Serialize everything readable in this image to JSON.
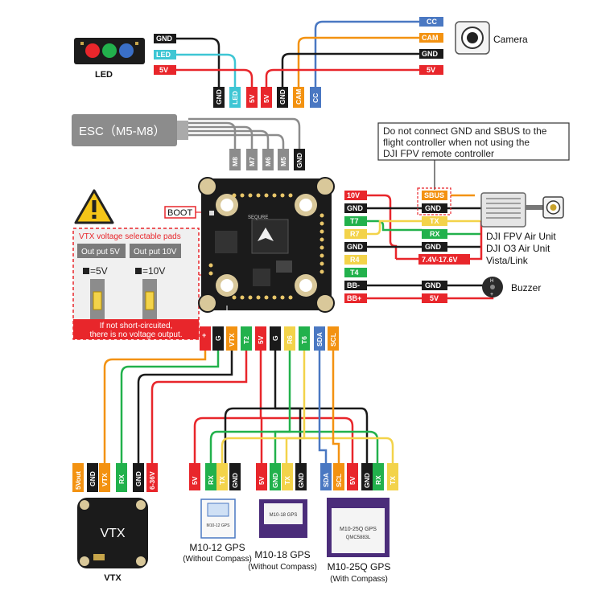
{
  "colors": {
    "red": "#e8262b",
    "green": "#22b14c",
    "black": "#1a1a1a",
    "orange": "#f39211",
    "blue": "#4a78c2",
    "cyan": "#3ec6d4",
    "yellow": "#f3d34a",
    "grey": "#8c8c8c"
  },
  "led": {
    "caption": "LED",
    "top_labels": [
      "GND",
      "LED",
      "5V"
    ],
    "bottom_labels": [
      "GND",
      "LED",
      "5V"
    ]
  },
  "camera": {
    "caption": "Camera",
    "top_labels": [
      "CC",
      "CAM",
      "GND",
      "5V"
    ],
    "bottom_labels": [
      "5V",
      "GND",
      "CAM",
      "CC"
    ]
  },
  "esc": {
    "label": "ESC（M5-M8）",
    "pins": [
      "M8",
      "M7",
      "M6",
      "M5",
      "GND"
    ]
  },
  "sbus_note": {
    "lines": [
      "Do not connect GND and SBUS to the",
      "flight controller when not using the",
      "DJI FPV remote controller"
    ]
  },
  "boot_label": "BOOT",
  "vtx_pads": {
    "title": "VTX voltage selectable pads",
    "left_label": "Out put 5V",
    "right_label": "Out put 10V",
    "left_value": "=5V",
    "right_value": "=10V",
    "note_lines": [
      "If not short-circuited,",
      "there is no voltage output."
    ]
  },
  "fc_left_pads": [
    "10V",
    "GND",
    "T7",
    "R7",
    "GND",
    "R4",
    "T4",
    "BB-",
    "BB+"
  ],
  "dji": {
    "labels": [
      "SBUS",
      "GND",
      "TX",
      "RX",
      "GND",
      "7.4V-17.6V"
    ],
    "caption_lines": [
      "DJI FPV Air Unit",
      "DJI O3 Air Unit",
      "Vista/Link"
    ]
  },
  "buzzer": {
    "caption": "Buzzer",
    "labels": [
      "GND",
      "5V"
    ]
  },
  "fc_bottom_pads": [
    "+",
    "G",
    "VTX",
    "T2",
    "5V",
    "G",
    "R6",
    "T6",
    "SDA",
    "SCL"
  ],
  "vtx": {
    "pins": [
      "5Vout",
      "GND",
      "VTX",
      "RX",
      "GND",
      "6-36V"
    ],
    "label": "VTX",
    "caption": "VTX"
  },
  "gps1": {
    "pins": [
      "5V",
      "RX",
      "TX",
      "GND"
    ],
    "caption": "M10-12 GPS",
    "subcaption": "(Without Compass)",
    "board_text": [
      "M10-12 GPS"
    ]
  },
  "gps2": {
    "pins": [
      "5V",
      "GND",
      "TX",
      "GND"
    ],
    "caption": "M10-18 GPS",
    "subcaption": "(Without Compass)",
    "board_text": [
      "M10-18 GPS"
    ]
  },
  "gps3": {
    "pins": [
      "SDA",
      "SCL",
      "5V",
      "GND",
      "RX",
      "TX"
    ],
    "caption": "M10-25Q GPS",
    "subcaption": "(With Compass)",
    "board_text": [
      "M10-25Q GPS",
      "QMC5883L"
    ]
  },
  "fc_board_text": [
    "SEQURE"
  ]
}
